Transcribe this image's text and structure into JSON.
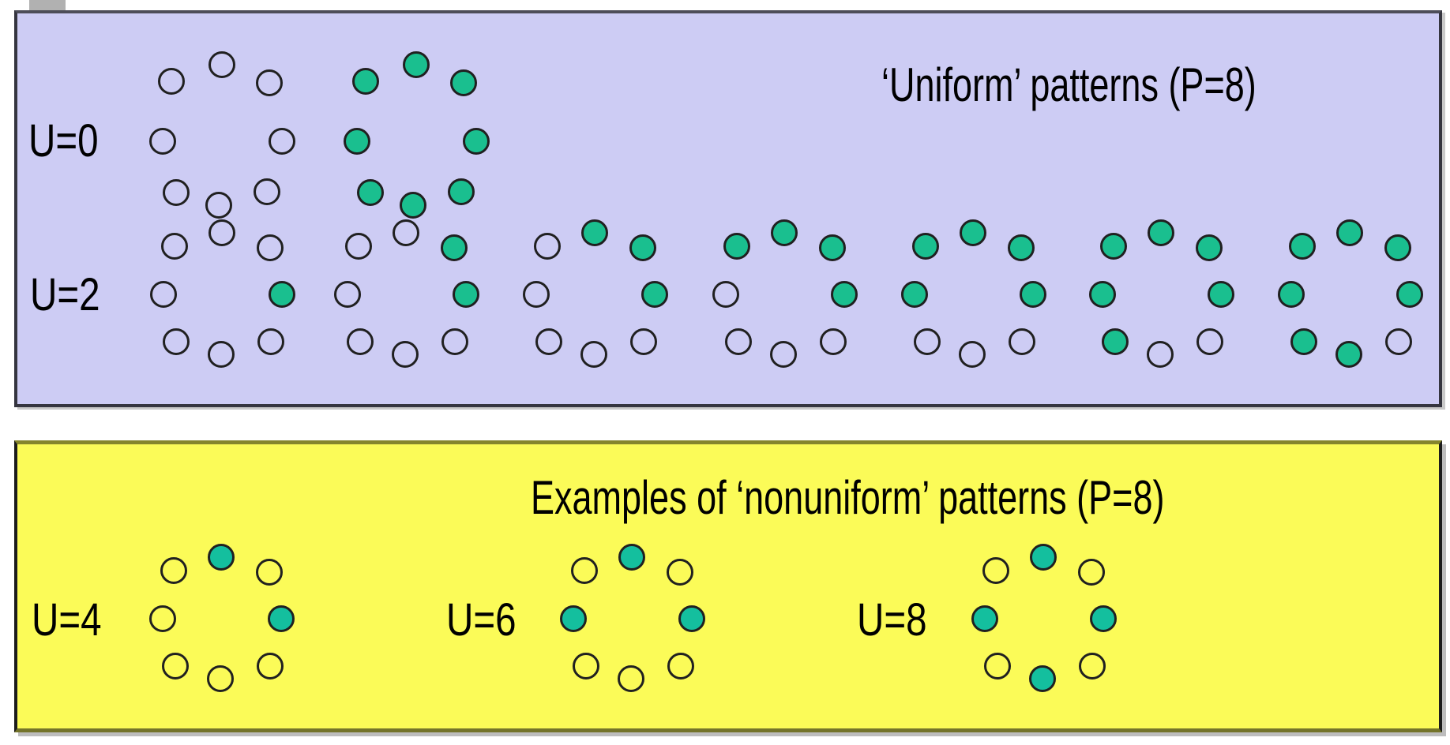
{
  "figure": {
    "dot_positions": [
      "top-left",
      "top",
      "top-right",
      "left",
      "right",
      "bottom-left",
      "bottom",
      "bottom-right"
    ],
    "colors": {
      "uniform_panel_bg": "#cdccf4",
      "nonuniform_panel_bg": "#fbfb58",
      "uniform_dot_fill": "#1abf8f",
      "nonuniform_dot_fill": "#14bf9e",
      "dot_stroke": "#202020",
      "text_color": "#000000"
    },
    "panels": [
      {
        "id": "uniform",
        "title": "‘Uniform’ patterns (P=8)",
        "rows": [
          {
            "label": "U=0",
            "patterns": [
              {
                "filled": []
              },
              {
                "filled": [
                  "top-left",
                  "top",
                  "top-right",
                  "left",
                  "right",
                  "bottom-left",
                  "bottom",
                  "bottom-right"
                ]
              }
            ]
          },
          {
            "label": "U=2",
            "patterns": [
              {
                "filled": [
                  "right"
                ]
              },
              {
                "filled": [
                  "top-right",
                  "right"
                ]
              },
              {
                "filled": [
                  "top",
                  "top-right",
                  "right"
                ]
              },
              {
                "filled": [
                  "top-left",
                  "top",
                  "top-right",
                  "right"
                ]
              },
              {
                "filled": [
                  "left",
                  "top-left",
                  "top",
                  "top-right",
                  "right"
                ]
              },
              {
                "filled": [
                  "bottom-left",
                  "left",
                  "top-left",
                  "top",
                  "top-right",
                  "right"
                ]
              },
              {
                "filled": [
                  "bottom",
                  "bottom-left",
                  "left",
                  "top-left",
                  "top",
                  "top-right",
                  "right"
                ]
              }
            ]
          }
        ]
      },
      {
        "id": "nonuniform",
        "title": "Examples of ‘nonuniform’ patterns (P=8)",
        "items": [
          {
            "label": "U=4",
            "filled": [
              "top",
              "right"
            ]
          },
          {
            "label": "U=6",
            "filled": [
              "top",
              "left",
              "right"
            ]
          },
          {
            "label": "U=8",
            "filled": [
              "top",
              "left",
              "right",
              "bottom"
            ]
          }
        ]
      }
    ]
  }
}
